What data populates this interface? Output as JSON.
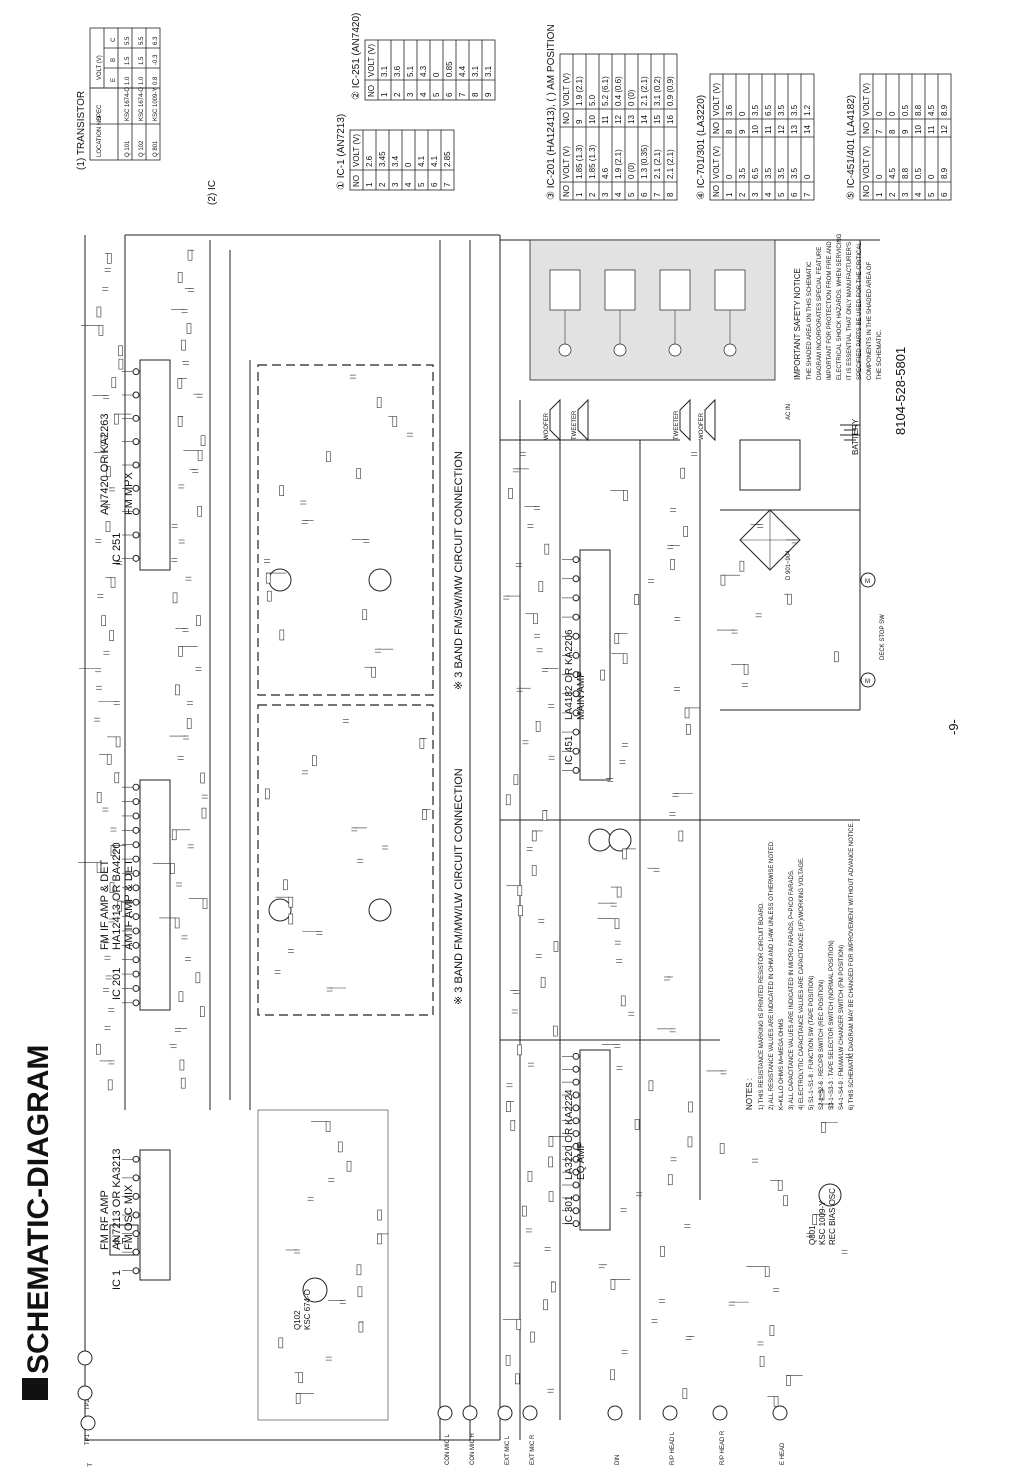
{
  "title": "SCHEMATIC-DIAGRAM",
  "page_number": "-9-",
  "part_number": "8104-528-5801",
  "tables": {
    "transistor": {
      "heading": "(1) TRANSISTOR",
      "headers": [
        "LOCATION NO",
        "SPEC",
        "VOLT (V)"
      ],
      "sub_headers": [
        "E",
        "B",
        "C"
      ],
      "rows": [
        [
          "Q 101",
          "KSC 1674-O",
          "1.0",
          "1.5",
          "5.5"
        ],
        [
          "Q 102",
          "KSC 1674-O",
          "1.0",
          "1.5",
          "5.5"
        ],
        [
          "Q 801",
          "KSC 1009-Y",
          "0.8",
          "-0.3",
          "6.3"
        ]
      ]
    },
    "ic_heading": "(2) IC",
    "ic1": {
      "heading": "① IC-1 (AN7213)",
      "headers": [
        "NO",
        "VOLT (V)"
      ],
      "rows": [
        [
          "1",
          "2.6"
        ],
        [
          "2",
          "3.45"
        ],
        [
          "3",
          "3.4"
        ],
        [
          "4",
          "0"
        ],
        [
          "5",
          "4.1"
        ],
        [
          "6",
          "4.1"
        ],
        [
          "7",
          "2.85"
        ]
      ]
    },
    "ic251": {
      "heading": "② IC-251 (AN7420)",
      "headers": [
        "NO",
        "VOLT (V)"
      ],
      "rows": [
        [
          "1",
          "3.1"
        ],
        [
          "2",
          "3.6"
        ],
        [
          "3",
          "5.1"
        ],
        [
          "4",
          "4.3"
        ],
        [
          "5",
          "0"
        ],
        [
          "6",
          "0.85"
        ],
        [
          "7",
          "4.4"
        ],
        [
          "8",
          "3.1"
        ],
        [
          "9",
          "3.1"
        ]
      ]
    },
    "ic201": {
      "heading": "③ IC-201 (HA12413), ( ) AM POSITION",
      "headers": [
        "NO",
        "VOLT (V)",
        "NO",
        "VOLT (V)"
      ],
      "rows": [
        [
          "1",
          "1.85 (1.3)",
          "9",
          "1.9 (2.1)"
        ],
        [
          "2",
          "1.85 (1.3)",
          "10",
          "5.0"
        ],
        [
          "3",
          "4.6",
          "11",
          "5.2 (6.1)"
        ],
        [
          "4",
          "1.9 (2.1)",
          "12",
          "0.4 (0.6)"
        ],
        [
          "5",
          "0 (0)",
          "13",
          "0 (0)"
        ],
        [
          "6",
          "1.3 (0.35)",
          "14",
          "2.1 (2.1)"
        ],
        [
          "7",
          "2.1 (2.1)",
          "15",
          "3.1 (0.2)"
        ],
        [
          "8",
          "2.1 (2.1)",
          "16",
          "0.9 (0.9)"
        ]
      ]
    },
    "ic701": {
      "heading": "④ IC-701/301 (LA3220)",
      "headers": [
        "NO",
        "VOLT (V)",
        "NO",
        "VOLT (V)"
      ],
      "rows": [
        [
          "1",
          "0",
          "8",
          "3.6"
        ],
        [
          "2",
          "3.5",
          "9",
          "0"
        ],
        [
          "3",
          "6.5",
          "10",
          "3.5"
        ],
        [
          "4",
          "3.5",
          "11",
          "6.5"
        ],
        [
          "5",
          "3.5",
          "12",
          "3.5"
        ],
        [
          "6",
          "3.5",
          "13",
          "3.5"
        ],
        [
          "7",
          "0",
          "14",
          "1.2"
        ]
      ]
    },
    "ic451": {
      "heading": "⑤ IC-451/401 (LA4182)",
      "headers": [
        "NO",
        "VOLT (V)",
        "NO",
        "VOLT (V)"
      ],
      "rows": [
        [
          "1",
          "0",
          "7",
          "0"
        ],
        [
          "2",
          "4.5",
          "8",
          "0"
        ],
        [
          "3",
          "8.8",
          "9",
          "0.5"
        ],
        [
          "4",
          "0.5",
          "10",
          "8.8"
        ],
        [
          "5",
          "0",
          "11",
          "4.5"
        ],
        [
          "6",
          "8.9",
          "12",
          "8.9"
        ]
      ]
    }
  },
  "blocks": {
    "ic1": {
      "name": "IC 1",
      "part": "AN7213 OR KA3213",
      "func1": "FM RF AMP",
      "func2": "FM OSC MIX"
    },
    "ic201": {
      "name": "IC 201",
      "part": "HA12413 OR BA4220",
      "func1": "FM IF AMP & DET",
      "func2": "AM IF AMP & DET"
    },
    "ic251": {
      "name": "IC 251",
      "part": "AN7420 OR KA2263",
      "func1": "FM MPX"
    },
    "ic301": {
      "name": "IC 301",
      "part": "LA3220 OR KA2224",
      "func1": "EQ AMP"
    },
    "ic451": {
      "name": "IC 451",
      "part": "LA4182 OR KA2206",
      "func1": "MAIN AMP"
    },
    "q102": {
      "name": "Q102",
      "part": "KSC 674-O"
    },
    "q801": {
      "name": "Q801",
      "part": "KSC 1009-Y",
      "func1": "REC BIAS OSC"
    },
    "note_3band": "※ 3 BAND FM/MW/LW CIRCUIT CONNECTION",
    "note_3band_sw": "※ 3 BAND FM/SW/MW CIRCUIT CONNECTION",
    "woofer": "WOOFER",
    "tweeter": "TWEETER",
    "battery": "BATTERY",
    "deck_stop": "DECK STOP SW",
    "motor": "M",
    "bridge": "D 901~904",
    "ac": "AC IN"
  },
  "jacks": [
    "ANT",
    "TP1",
    "TP2",
    "CON MIC L",
    "CON MIC R",
    "EXT MIC L",
    "EXT MIC R",
    "DIN",
    "R/P HEAD L",
    "R/P HEAD R",
    "E HEAD"
  ],
  "safety": {
    "heading": "IMPORTANT SAFETY NOTICE",
    "lines": [
      "THE SHADED AREA ON THIS SCHEMATIC",
      "DIAGRAM INCORPORATES SPECIAL FEATURE",
      "IMPORTANT FOR PROTECTION FROM FIRE AND",
      "ELECTRICAL SHOCK HAZARDS. WHEN SERVICING",
      "IT IS ESSENTIAL THAT ONLY MANUFACTURER'S",
      "SPECIFIED PARTS BE USED FOR THE CRITICAL",
      "COMPONENTS IN THE SHADED AREA OF",
      "THE SCHEMATIC."
    ]
  },
  "notes": {
    "heading": "NOTES :",
    "lines": [
      "1) THIS RESISTANCE MARKING IS PRINTED RESISTOR CIRCUIT BOARD.",
      "2) ALL RESISTANCE VALUES ARE INDICATED IN OHM AND 1/4W UNLESS OTHERWISE NOTED.",
      "   K=KILLO OHMS  M=MEGA OHMS",
      "3) ALL CAPACITANCE VALUES ARE INDICATED IN MICRO FARADS, P=PICO FARADS.",
      "4) ELECTROLYTIC CAPACITANCE VALUES ARE CAPACITANCE (UF)/WORKING VOLTAGE.",
      "5) S1-1~S1-8 : FUNCTION SW (TAPE POSITION)",
      "   S2-1~S2-6 : REC/PB SWITCH (REC POSITION)",
      "   S3-1~S3-3 : TAPE SELECTOR SWITCH (NORMAL POSITION)",
      "   S4-1~S4-9 : FM/AM/LW CHANGER SWITCH (FM POSITION)",
      "6) THIS SCHEMATIC DIAGRAM MAY BE CHANGED FOR IMPROVEMENT WITHOUT ADVANCE NOTICE."
    ]
  }
}
